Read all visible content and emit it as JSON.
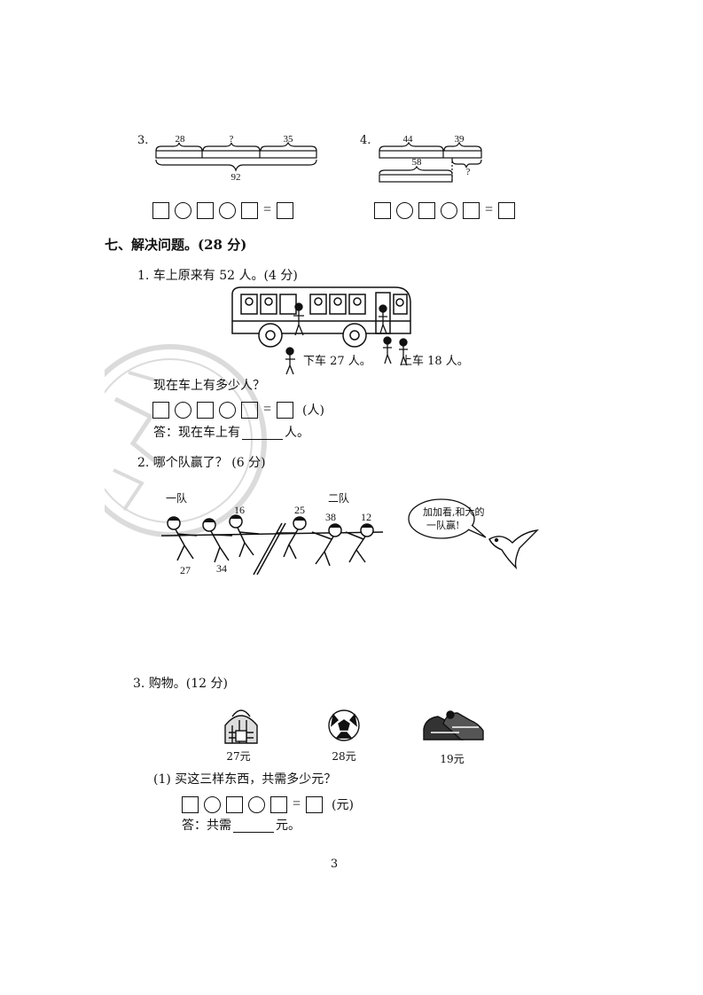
{
  "q3": {
    "number": "3.",
    "label_a": "28",
    "label_b": "?",
    "label_c": "35",
    "total": "92"
  },
  "q4": {
    "number": "4.",
    "label_a": "44",
    "label_b": "39",
    "label_c": "58",
    "label_d": "?"
  },
  "equation": {
    "equals": "="
  },
  "section7": {
    "heading": "七、解决问题。(28 分)"
  },
  "problem1": {
    "title": "1. 车上原来有 52 人。(4 分)",
    "got_off": "下车 27 人。",
    "got_on": "上车 18 人。",
    "question": "现在车上有多少人？",
    "unit": "(人)",
    "answer_prefix": "答：现在车上有",
    "answer_suffix": "人。"
  },
  "problem2": {
    "title": "2. 哪个队赢了？ (6 分)",
    "team1": {
      "name": "一队",
      "members": [
        "27",
        "34",
        "16"
      ]
    },
    "team2": {
      "name": "二队",
      "members": [
        "25",
        "38",
        "12"
      ]
    },
    "hint_lines": [
      "加加看,和大的",
      "一队赢!"
    ]
  },
  "problem3": {
    "title": "3. 购物。(12 分)",
    "items": [
      {
        "icon": "basket-icon",
        "price": "27元"
      },
      {
        "icon": "soccer-ball-icon",
        "price": "28元"
      },
      {
        "icon": "shoes-icon",
        "price": "19元"
      }
    ],
    "sub1": {
      "question": "(1) 买这三样东西，共需多少元？",
      "unit": "(元)",
      "answer_prefix": "答：共需",
      "answer_suffix": "元。"
    }
  },
  "page_number": "3"
}
